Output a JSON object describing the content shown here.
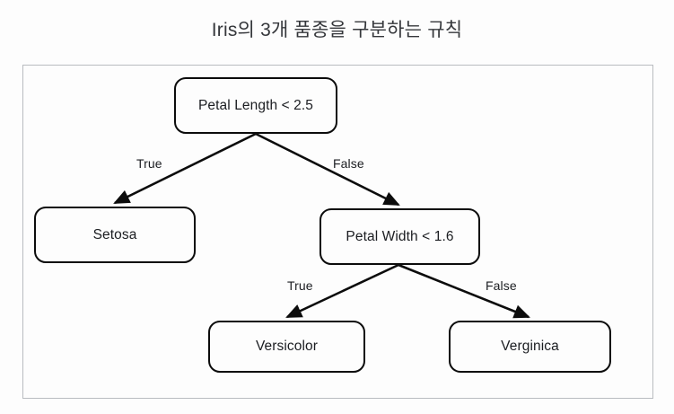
{
  "page": {
    "title": "Iris의 3개 품종을 구분하는 규칙",
    "background_color": "#fdfdfd",
    "frame_border_color": "#b9bcc0",
    "node_border_color": "#0c0c0c",
    "text_color": "#1b1d21",
    "title_color": "#35373b"
  },
  "chart_data": {
    "type": "diagram",
    "diagram_kind": "decision-tree",
    "title": "Iris의 3개 품종을 구분하는 규칙",
    "nodes": [
      {
        "id": "root",
        "label": "Petal Length < 2.5",
        "kind": "decision"
      },
      {
        "id": "setosa",
        "label": "Setosa",
        "kind": "leaf"
      },
      {
        "id": "petalwidth",
        "label": "Petal Width < 1.6",
        "kind": "decision"
      },
      {
        "id": "versicolor",
        "label": "Versicolor",
        "kind": "leaf"
      },
      {
        "id": "verginica",
        "label": "Verginica",
        "kind": "leaf"
      }
    ],
    "edges": [
      {
        "from": "root",
        "to": "setosa",
        "label": "True"
      },
      {
        "from": "root",
        "to": "petalwidth",
        "label": "False"
      },
      {
        "from": "petalwidth",
        "to": "versicolor",
        "label": "True"
      },
      {
        "from": "petalwidth",
        "to": "verginica",
        "label": "False"
      }
    ]
  },
  "nodes": {
    "root": "Petal Length < 2.5",
    "setosa": "Setosa",
    "petal_width": "Petal Width < 1.6",
    "versicolor": "Versicolor",
    "verginica": "Verginica"
  },
  "edge_labels": {
    "root_true": "True",
    "root_false": "False",
    "pw_true": "True",
    "pw_false": "False"
  }
}
